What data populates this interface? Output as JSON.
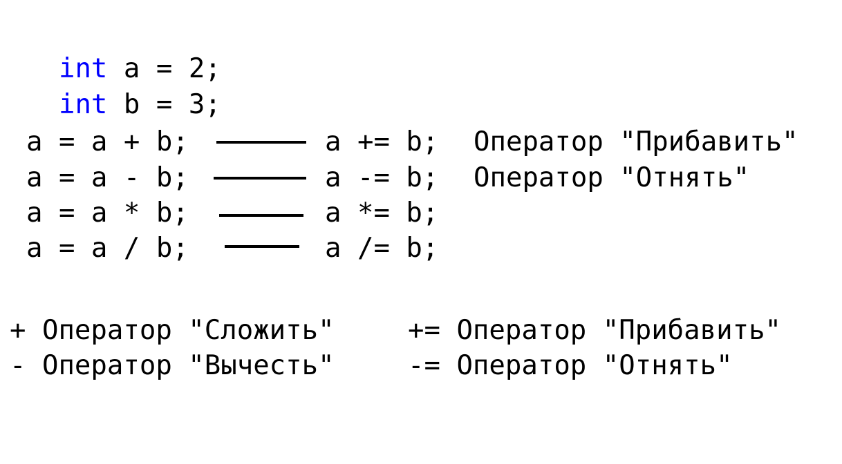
{
  "code": {
    "decl_a": {
      "keyword": "int",
      "rest": " a = 2;"
    },
    "decl_b": {
      "keyword": "int",
      "rest": " b = 3;"
    },
    "keyword_color": "#0000ff"
  },
  "equivalences": [
    {
      "long_form": "a = a + b;",
      "short_form": "a += b;",
      "note": "Оператор \"Прибавить\""
    },
    {
      "long_form": "a = a - b;",
      "short_form": "a -= b;",
      "note": "Оператор \"Отнять\""
    },
    {
      "long_form": "a = a * b;",
      "short_form": "a *= b;",
      "note": ""
    },
    {
      "long_form": "a = a / b;",
      "short_form": "a /= b;",
      "note": ""
    }
  ],
  "legend": {
    "left": [
      "+ Оператор \"Сложить\"",
      "- Оператор \"Вычесть\""
    ],
    "right": [
      "+= Оператор \"Прибавить\"",
      "-= Оператор \"Отнять\""
    ]
  }
}
